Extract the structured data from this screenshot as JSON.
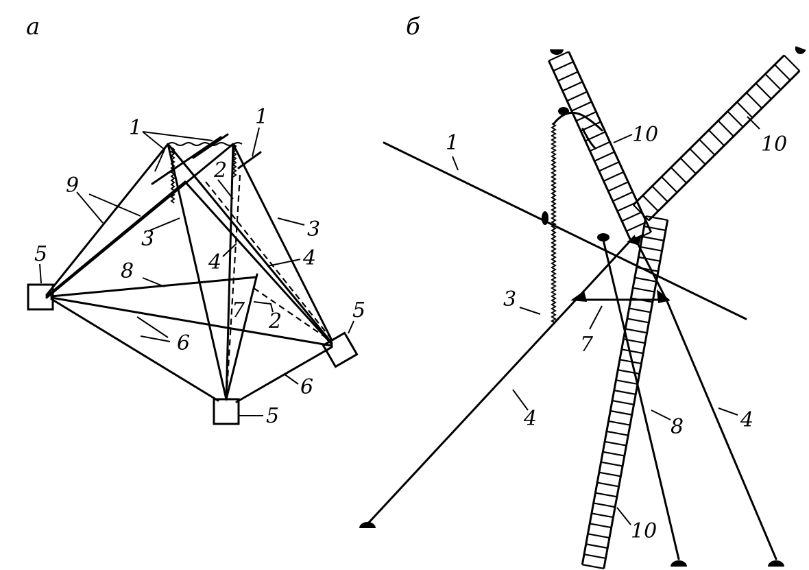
{
  "panels": {
    "a": {
      "letter": "а"
    },
    "b": {
      "letter": "б"
    }
  },
  "labels_a": {
    "l1a": "1",
    "l1b": "1",
    "l2a": "2",
    "l2b": "2",
    "l3a": "3",
    "l3b": "3",
    "l4a": "4",
    "l4b": "4",
    "l5a": "5",
    "l5b": "5",
    "l5c": "5",
    "l6a": "6",
    "l6b": "6",
    "l7": "7",
    "l8": "8",
    "l9": "9"
  },
  "labels_b": {
    "l1": "1",
    "l3": "3",
    "l4a": "4",
    "l4b": "4",
    "l7": "7",
    "l8": "8",
    "l10a": "10",
    "l10b": "10",
    "l10c": "10"
  }
}
